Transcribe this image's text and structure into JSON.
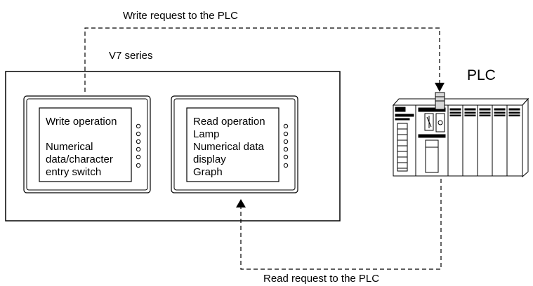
{
  "labels": {
    "write_request": "Write request to the PLC",
    "read_request": "Read request to the PLC",
    "series": "V7 series",
    "plc": "PLC"
  },
  "panel_left": {
    "lines": [
      "Write operation",
      "",
      "Numerical",
      "data/character",
      "entry switch"
    ]
  },
  "panel_right": {
    "lines": [
      "Read operation",
      "Lamp",
      "Numerical data",
      "display",
      "Graph"
    ]
  }
}
